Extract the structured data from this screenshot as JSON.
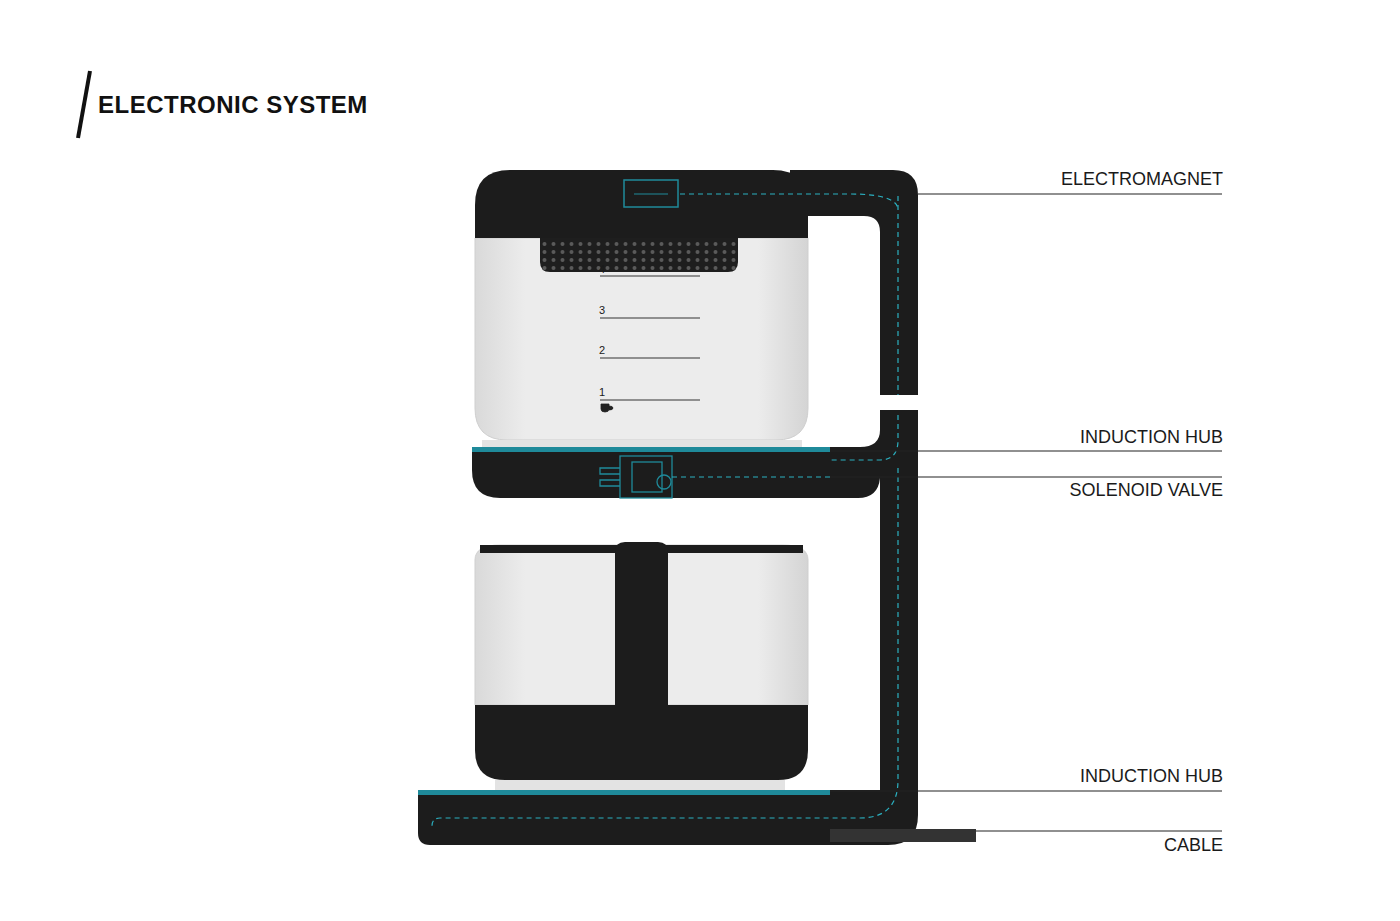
{
  "diagram": {
    "title": "ELECTRONIC SYSTEM",
    "labels": [
      "ELECTROMAGNET",
      "INDUCTION HUB",
      "SOLENOID VALVE",
      "INDUCTION HUB",
      "CABLE",
      "4",
      "3",
      "2",
      "1"
    ]
  }
}
